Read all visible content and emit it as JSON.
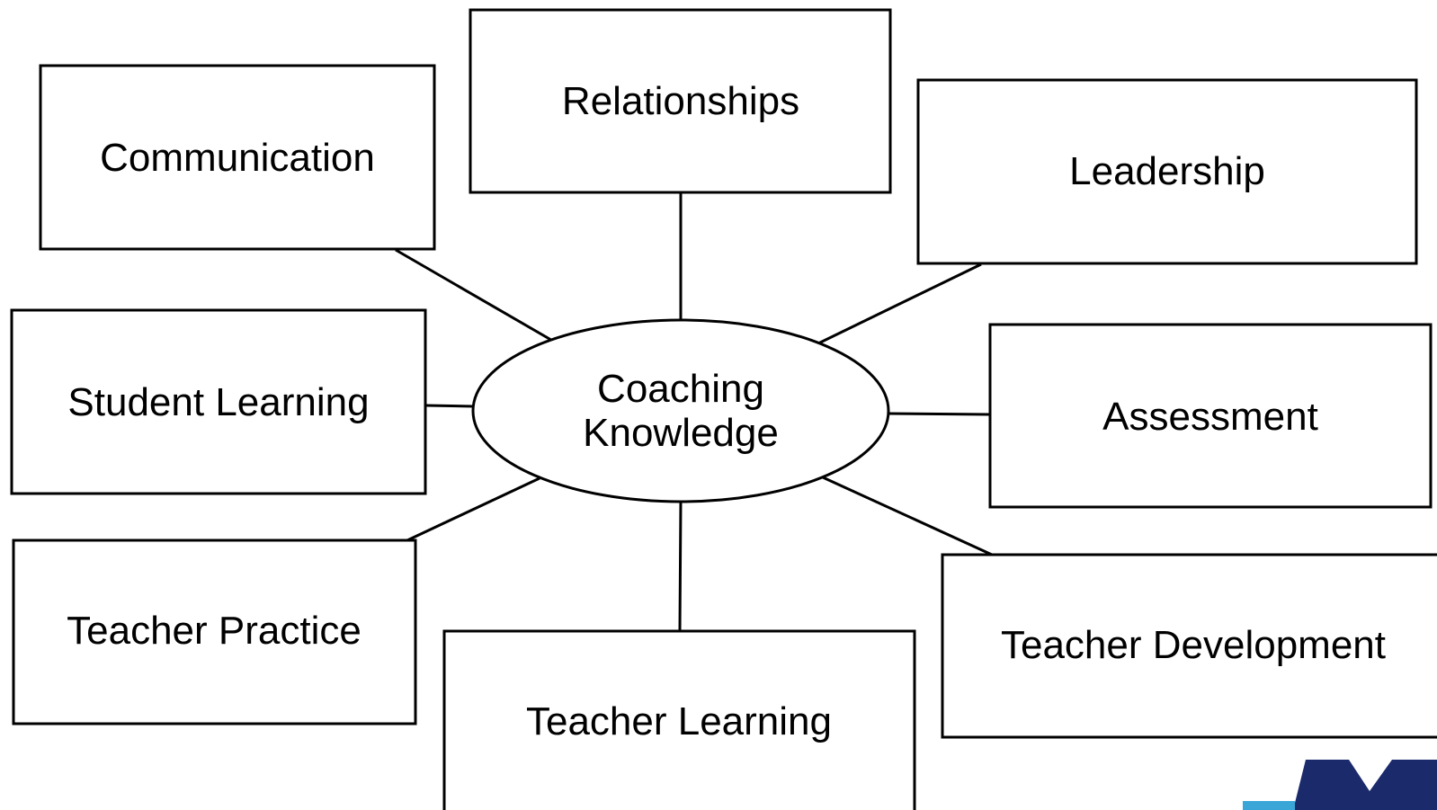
{
  "diagram": {
    "center": {
      "line1": "Coaching",
      "line2": "Knowledge"
    },
    "nodes": {
      "communication": "Communication",
      "relationships": "Relationships",
      "leadership": "Leadership",
      "student_learning": "Student Learning",
      "assessment": "Assessment",
      "teacher_practice": "Teacher Practice",
      "teacher_learning": "Teacher Learning",
      "teacher_development": "Teacher Development"
    }
  },
  "colors": {
    "stroke": "#000000",
    "background": "#ffffff",
    "logo_dark": "#1b2a6b",
    "logo_light": "#3aa6d8"
  },
  "icons": {
    "corner_logo": "logo-icon"
  }
}
